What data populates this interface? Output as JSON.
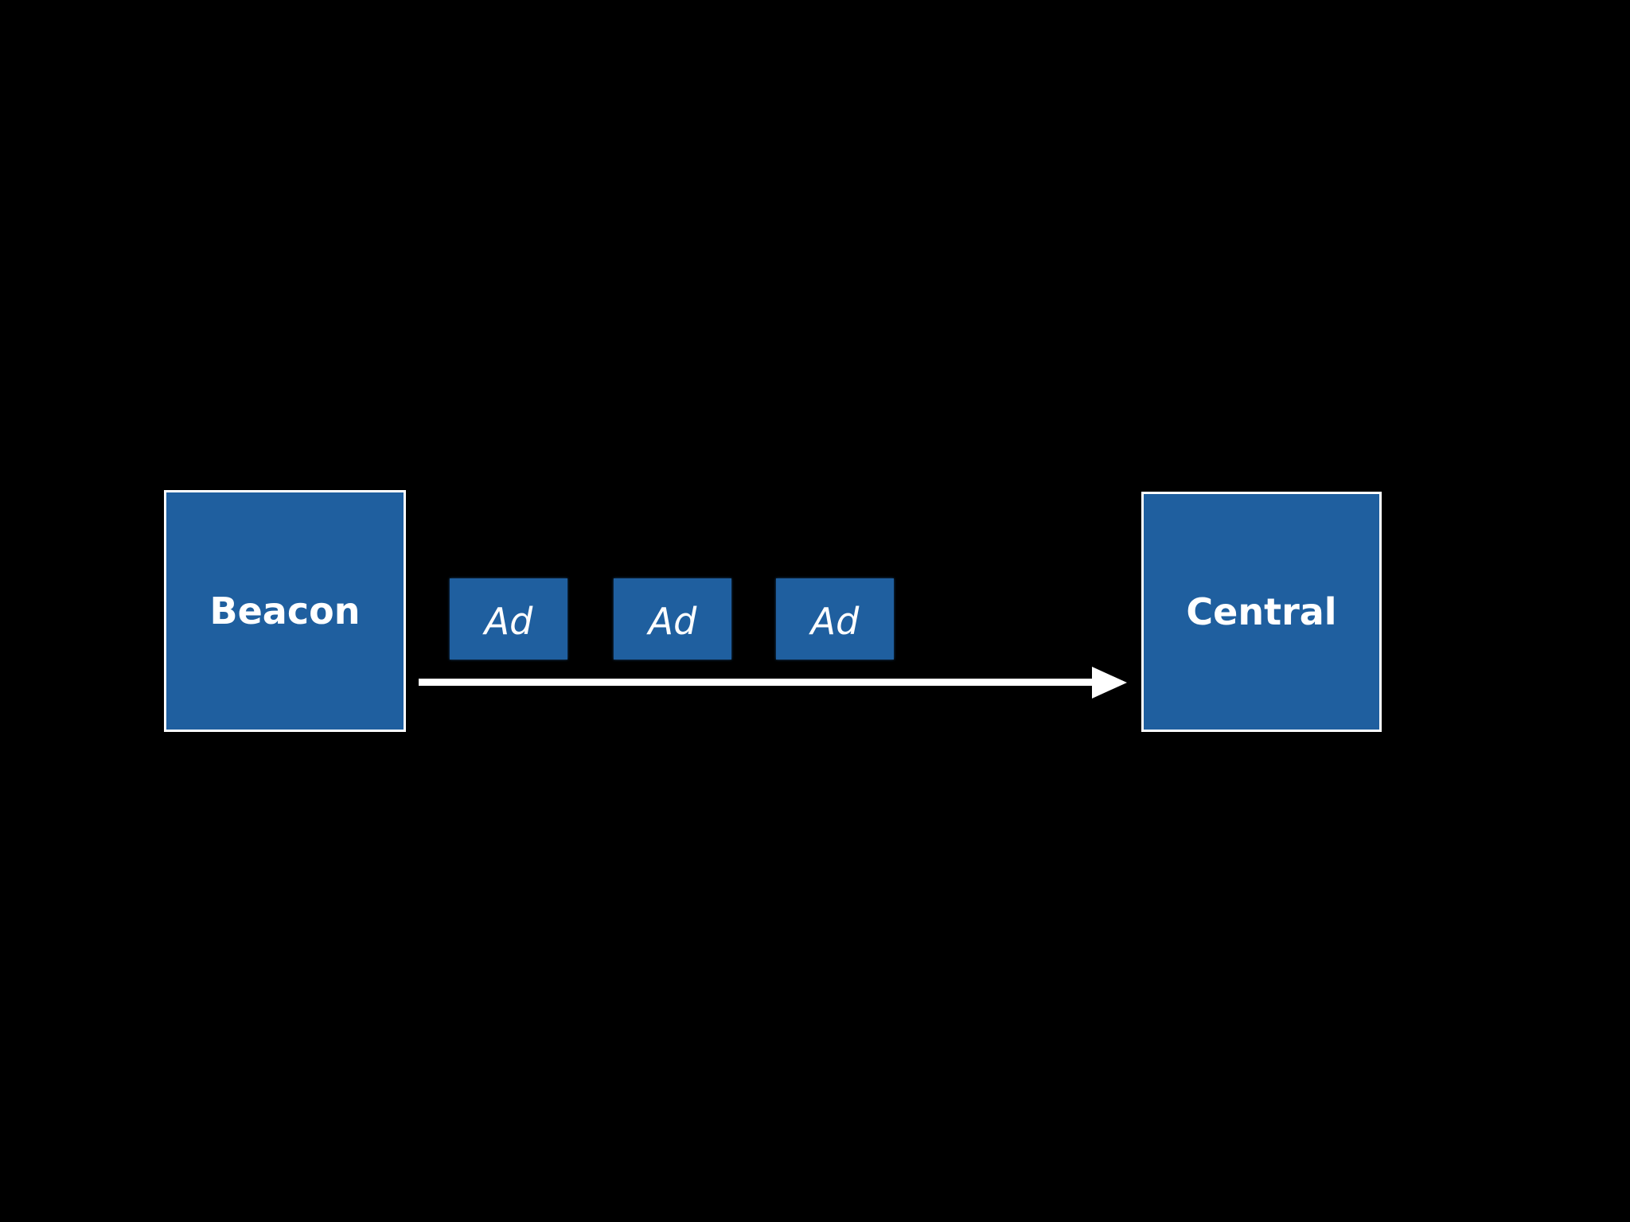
{
  "diagram": {
    "beacon": {
      "label": "Beacon"
    },
    "central": {
      "label": "Central"
    },
    "ads": [
      {
        "label": "Ad"
      },
      {
        "label": "Ad"
      },
      {
        "label": "Ad"
      }
    ],
    "colors": {
      "background": "#000000",
      "box_fill": "#1f5f9f",
      "border": "#ffffff",
      "arrow": "#ffffff"
    }
  }
}
